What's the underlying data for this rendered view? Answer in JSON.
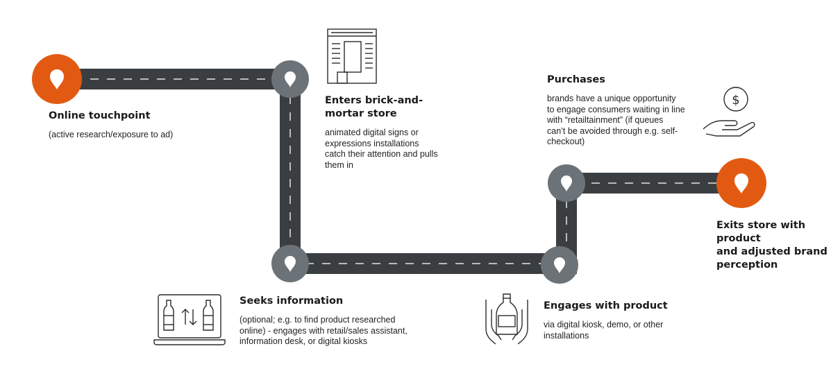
{
  "colors": {
    "road": "#3b3e41",
    "dash": "#b9bcbe",
    "pin_gray": "#6c7378",
    "pin_orange": "#e25a12",
    "icon": "#2b2b2b"
  },
  "steps": [
    {
      "id": "online",
      "title": "Online touchpoint",
      "description": "(active research/exposure to ad)",
      "pin": "orange"
    },
    {
      "id": "store",
      "title": "Enters brick-and-\nmortar store",
      "description": "animated digital signs or\nexpressions installations\ncatch their attention and pulls\nthem in",
      "pin": "gray",
      "icon": "building-icon"
    },
    {
      "id": "seeks",
      "title": "Seeks information",
      "description": "(optional; e.g. to find product researched\nonline) - engages with retail/sales assistant,\ninformation desk, or digital kiosks",
      "pin": "gray",
      "icon": "laptop-bottles-icon"
    },
    {
      "id": "engages",
      "title": "Engages with product",
      "description": "via digital kiosk, demo, or other\ninstallations",
      "pin": "gray",
      "icon": "hands-bottle-icon"
    },
    {
      "id": "purchases",
      "title": "Purchases",
      "description": "brands have a unique opportunity\nto engage consumers waiting in line\nwith “retailtainment” (if queues\ncan’t be avoided through e.g. self-\ncheckout)",
      "pin": "gray",
      "icon": "hand-coin-icon"
    },
    {
      "id": "exits",
      "title": "Exits store with product\nand adjusted brand\nperception",
      "description": "",
      "pin": "orange"
    }
  ],
  "coin_symbol": "$"
}
